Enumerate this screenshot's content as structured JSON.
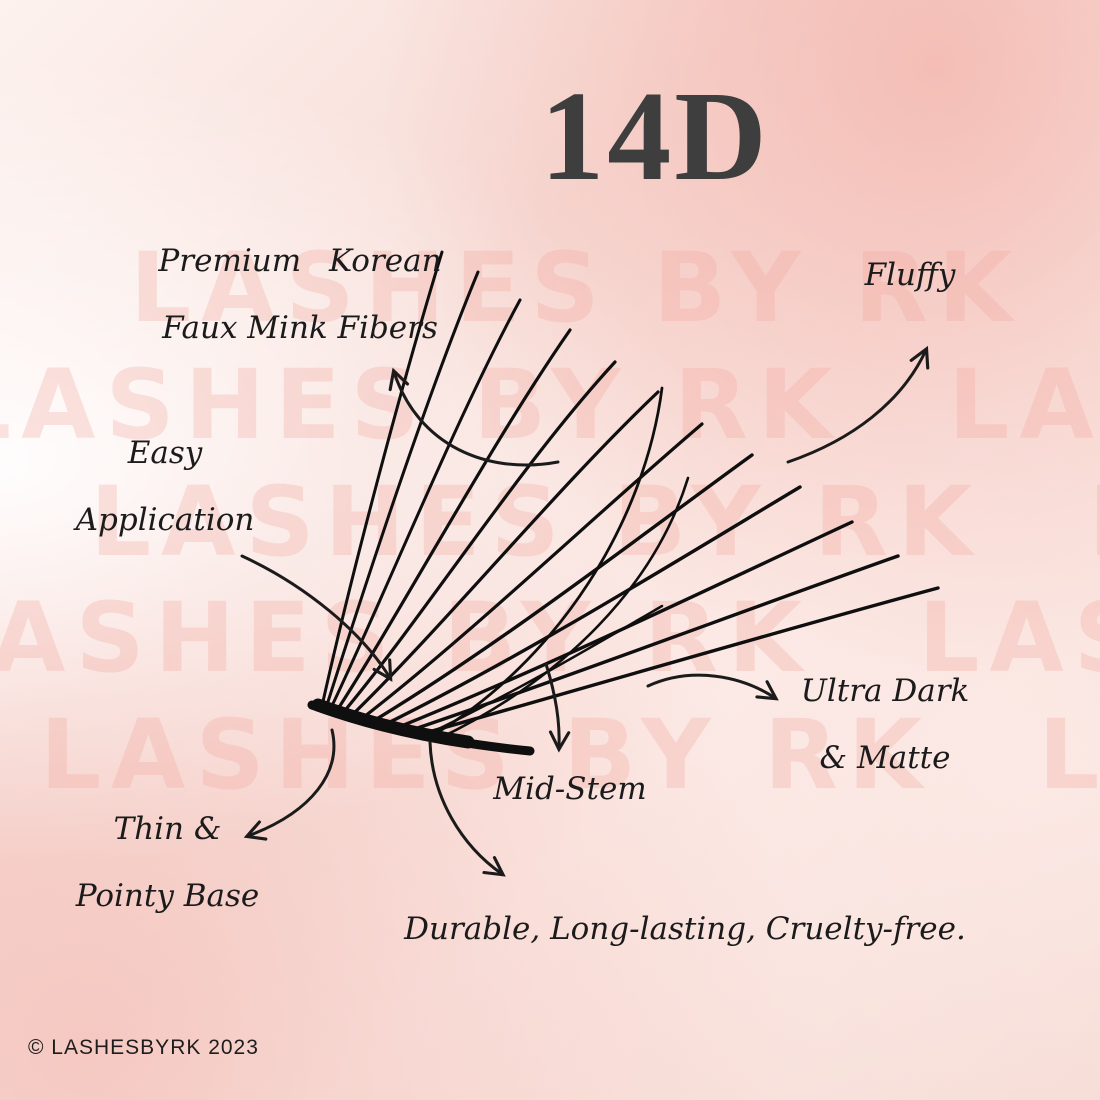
{
  "title": "14D",
  "watermark": {
    "text": "LASHES BY RK",
    "rows": 5,
    "color": "#f1a69d"
  },
  "labels": {
    "premium_line1": "Premium Korean",
    "premium_line2": "Faux Mink Fibers",
    "fluffy": "Fluffy",
    "easy_line1": "Easy",
    "easy_line2": "Application",
    "ultra_line1": "Ultra Dark",
    "ultra_line2": "& Matte",
    "mid_stem": "Mid-Stem",
    "base_line1": "Thin &",
    "base_line2": "Pointy Base",
    "durable": "Durable, Long-lasting, Cruelty-free."
  },
  "footer": {
    "copyright": "© LASHESBYRK 2023"
  },
  "colors": {
    "ink": "#1b1b1b",
    "title_color": "#3e3e3e",
    "lash_color": "#0f0f0f"
  }
}
